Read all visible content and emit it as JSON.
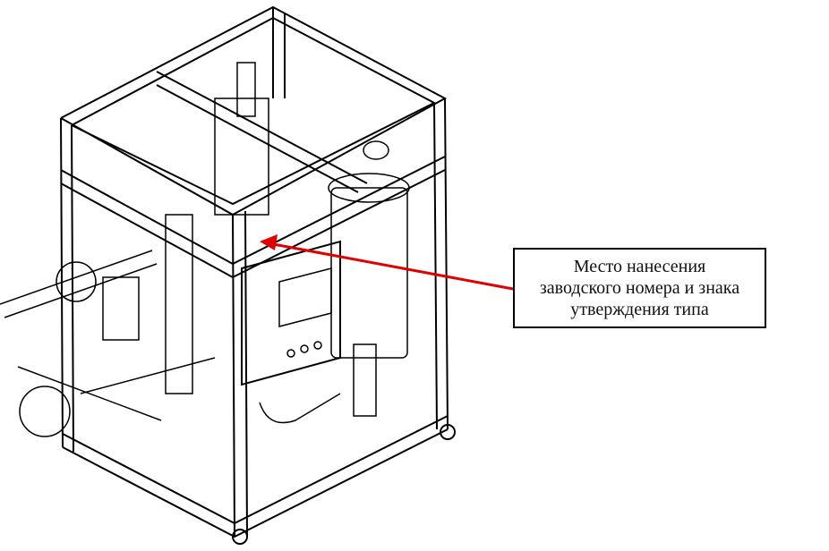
{
  "callout": {
    "lines": [
      "Место нанесения",
      "заводского номера и знака",
      "утверждения типа"
    ],
    "arrow_color": "#e00000"
  }
}
